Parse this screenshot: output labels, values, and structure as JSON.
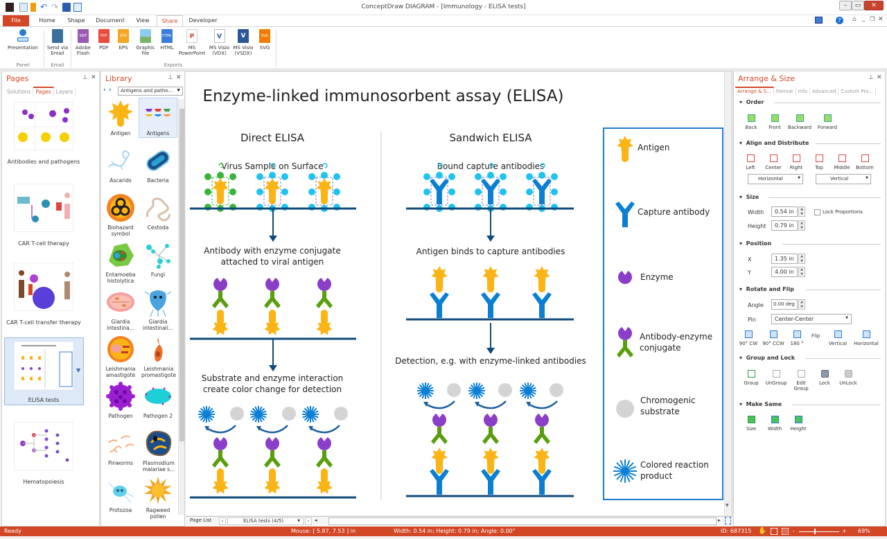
{
  "window": {
    "title": "ConceptDraw DIAGRAM - [Immunology - ELISA tests]",
    "controls": [
      "minimize",
      "maximize",
      "close"
    ]
  },
  "ribbon": {
    "tabs": [
      {
        "label": "File"
      },
      {
        "label": "Home"
      },
      {
        "label": "Shape"
      },
      {
        "label": "Document"
      },
      {
        "label": "View"
      },
      {
        "label": "Share",
        "active": true
      },
      {
        "label": "Developer"
      }
    ],
    "buttons": [
      {
        "label": "Presentation",
        "icon": "presentation-icon"
      },
      {
        "label": "Send via Email",
        "icon": "email-icon"
      },
      {
        "label": "Adobe Flash",
        "icon": "swf-icon",
        "badge": "SWF",
        "color": "#9b59b6"
      },
      {
        "label": "PDF",
        "icon": "pdf-icon",
        "badge": "PDF",
        "color": "#e74c3c"
      },
      {
        "label": "EPS",
        "icon": "eps-icon",
        "badge": "EPS",
        "color": "#f39c12"
      },
      {
        "label": "Graphic file",
        "icon": "image-icon",
        "badge": "",
        "color": "#5dade2"
      },
      {
        "label": "HTML",
        "icon": "html-icon",
        "badge": "HTML",
        "color": "#3b7dd8"
      },
      {
        "label": "MS PowerPoint",
        "icon": "powerpoint-icon",
        "badge": "P",
        "color": "#d24726"
      },
      {
        "label": "MS Visio (VDX)",
        "icon": "visio-vdx-icon",
        "badge": "V",
        "color": "#2b5797"
      },
      {
        "label": "MS Visio (VSDX)",
        "icon": "visio-vsdx-icon",
        "badge": "V",
        "color": "#2b5797"
      },
      {
        "label": "SVG",
        "icon": "svg-icon",
        "badge": "SVG",
        "color": "#f07d00"
      }
    ],
    "groups": [
      "Panel",
      "Email",
      "Exports"
    ]
  },
  "pages_panel": {
    "title": "Pages",
    "tabs": [
      "Solutions",
      "Pages",
      "Layers"
    ],
    "active_tab": "Pages",
    "pages": [
      {
        "label": "Antibodies and pathogens"
      },
      {
        "label": "CAR T-cell therapy"
      },
      {
        "label": "CAR T-cell transfer therapy"
      },
      {
        "label": "ELISA tests",
        "selected": true
      },
      {
        "label": "Hematopoiesis"
      }
    ]
  },
  "library_panel": {
    "title": "Library",
    "dropdown": "Antigens and patho...",
    "items": [
      {
        "label": "Antigen"
      },
      {
        "label": "Antigens"
      },
      {
        "label": "Ascarids"
      },
      {
        "label": "Bacteria"
      },
      {
        "label": "Biohazard symbol"
      },
      {
        "label": "Cestoda"
      },
      {
        "label": "Entamoeba histolytica"
      },
      {
        "label": "Fungi"
      },
      {
        "label": "Giardia intestina..."
      },
      {
        "label": "Giardia intestinali..."
      },
      {
        "label": "Leishmania amastigote"
      },
      {
        "label": "Leishmania promastigote"
      },
      {
        "label": "Pathogen"
      },
      {
        "label": "Pathogen 2"
      },
      {
        "label": "Pinworms"
      },
      {
        "label": "Plasmodium malariae s..."
      },
      {
        "label": "Protozoa"
      },
      {
        "label": "Ragweed pollen"
      }
    ]
  },
  "diagram": {
    "title": "Enzyme-linked immunosorbent assay (ELISA)",
    "direct": {
      "heading": "Direct ELISA",
      "step1": "Virus Sample on Surface",
      "step2": "Antibody with enzyme conjugate attached to viral antigen",
      "step3": "Substrate and enzyme interaction create color change for detection"
    },
    "sandwich": {
      "heading": "Sandwich ELISA",
      "step1": "Bound capture antibodies",
      "step2": "Antigen binds to capture antibodies",
      "step3": "Detection, e.g. with enzyme-linked antibodies"
    },
    "legend": [
      {
        "label": "Antigen",
        "icon": "antigen-icon"
      },
      {
        "label": "Capture antibody",
        "icon": "capture-antibody-icon"
      },
      {
        "label": "Enzyme",
        "icon": "enzyme-icon"
      },
      {
        "label": "Antibody-enzyme conjugate",
        "icon": "conjugate-icon"
      },
      {
        "label": "Chromogenic substrate",
        "icon": "substrate-icon"
      },
      {
        "label": "Colored reaction product",
        "icon": "reaction-product-icon"
      }
    ],
    "colors": {
      "antigen": "#fbb416",
      "capture": "#0a7fd4",
      "enzyme": "#8b3ec8",
      "antibody": "#5a9e0f",
      "substrate": "#d4d4d4",
      "surface": "#0f4a7a",
      "selection": "#1ec4ef"
    }
  },
  "page_nav": {
    "page_list_label": "Page List",
    "current_page": "ELISA tests (4/5)"
  },
  "arrange_panel": {
    "title": "Arrange & Size",
    "tabs": [
      "Arrange & S...",
      "Format",
      "Info",
      "Advanced",
      "Custom Pro..."
    ],
    "order": {
      "heading": "Order",
      "buttons": [
        "Back",
        "Front",
        "Backward",
        "Forward"
      ]
    },
    "align": {
      "heading": "Align and Distribute",
      "buttons": [
        "Left",
        "Center",
        "Right",
        "Top",
        "Middle",
        "Bottom"
      ],
      "horizontal": "Horizontal",
      "vertical": "Vertical"
    },
    "size": {
      "heading": "Size",
      "width_label": "Width",
      "width": "0.54 in",
      "height_label": "Height",
      "height": "0.79 in",
      "lock_label": "Lock Proportions"
    },
    "position": {
      "heading": "Position",
      "x_label": "X",
      "x": "1.35 in",
      "y_label": "Y",
      "y": "4.00 in"
    },
    "rotate": {
      "heading": "Rotate and Flip",
      "angle_label": "Angle",
      "angle": "0.00 deg",
      "pin_label": "Pin",
      "pin": "Center-Center",
      "buttons": [
        "90° CW",
        "90° CCW",
        "180 °"
      ],
      "flip_label": "Flip",
      "flip_buttons": [
        "Vertical",
        "Horizontal"
      ]
    },
    "group": {
      "heading": "Group and Lock",
      "buttons": [
        "Group",
        "UnGroup",
        "Edit Group",
        "Lock",
        "UnLock"
      ]
    },
    "same": {
      "heading": "Make Same",
      "buttons": [
        "Size",
        "Width",
        "Height"
      ]
    }
  },
  "status": {
    "ready": "Ready",
    "mouse": "Mouse: [ 5.87, 7.53 ] in",
    "dims": "Width: 0.54 in;  Height: 0.79 in;  Angle: 0.00°",
    "id": "ID: 687315",
    "zoom": "69%",
    "zoom_minus": "-",
    "zoom_plus": "+"
  }
}
